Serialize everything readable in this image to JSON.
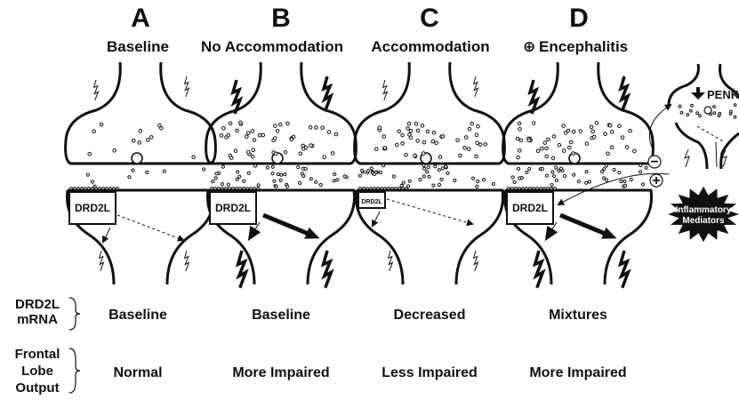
{
  "panels": [
    {
      "letter": "A",
      "title": "Baseline",
      "box_label": "DRD2L",
      "mrna": "Baseline",
      "output": "Normal"
    },
    {
      "letter": "B",
      "title": "No Accommodation",
      "box_label": "DRD2L",
      "mrna": "Baseline",
      "output": "More Impaired"
    },
    {
      "letter": "C",
      "title": "Accommodation",
      "box_label": "DRD2L",
      "mrna": "Decreased",
      "output": "Less Impaired"
    },
    {
      "letter": "D",
      "title": "Encephalitis",
      "title_prefix_symbol": "⊕",
      "box_label": "DRD2L",
      "mrna": "Mixtures",
      "output": "More Impaired"
    }
  ],
  "row_labels": {
    "mrna": [
      "DRD2L",
      "mRNA"
    ],
    "output": [
      "Frontal",
      "Lobe",
      "Output"
    ]
  },
  "inset": {
    "penk_label": "PENK",
    "mediators_label": [
      "Inflammatory",
      "Mediators"
    ],
    "minus_symbol": "−",
    "plus_symbol": "+"
  },
  "colors": {
    "line": "#111111",
    "background": "#ffffff",
    "burst": "#111111"
  }
}
